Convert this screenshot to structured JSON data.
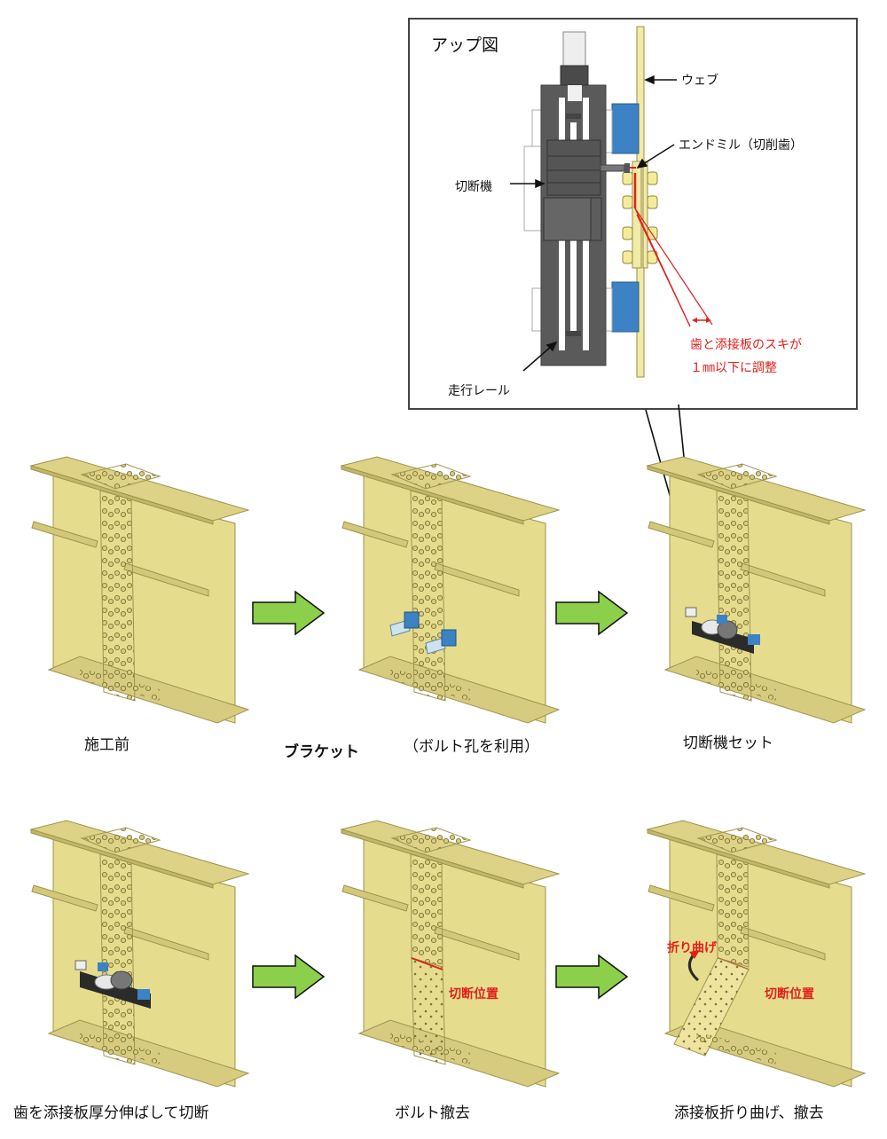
{
  "closeup": {
    "title": "アップ図",
    "labels": {
      "web": "ウェブ",
      "endmill": "エンドミル（切削歯）",
      "cutter": "切断機",
      "rail": "走行レール"
    },
    "note_line1": "歯と添接板のスキが",
    "note_line2": "１㎜以下に調整"
  },
  "steps": [
    {
      "caption": "施工前"
    },
    {
      "caption_bold": "ブラケット",
      "caption": "（ボルト孔を利用）"
    },
    {
      "caption": "切断機セット"
    },
    {
      "caption": "歯を添接板厚分伸ばして切断"
    },
    {
      "caption": "ボルト撤去",
      "annotation": "切断位置"
    },
    {
      "caption": "添接板折り曲げ、撤去",
      "annotation": "切断位置",
      "annotation2": "折り曲げ"
    }
  ],
  "colors": {
    "girder": "#e6dc8e",
    "girder_dark": "#c9bd6c",
    "arrow": "#8ccf4a",
    "machine": "#5a5a5a",
    "bracket_blue": "#3c82c4",
    "red": "#e0201c"
  }
}
